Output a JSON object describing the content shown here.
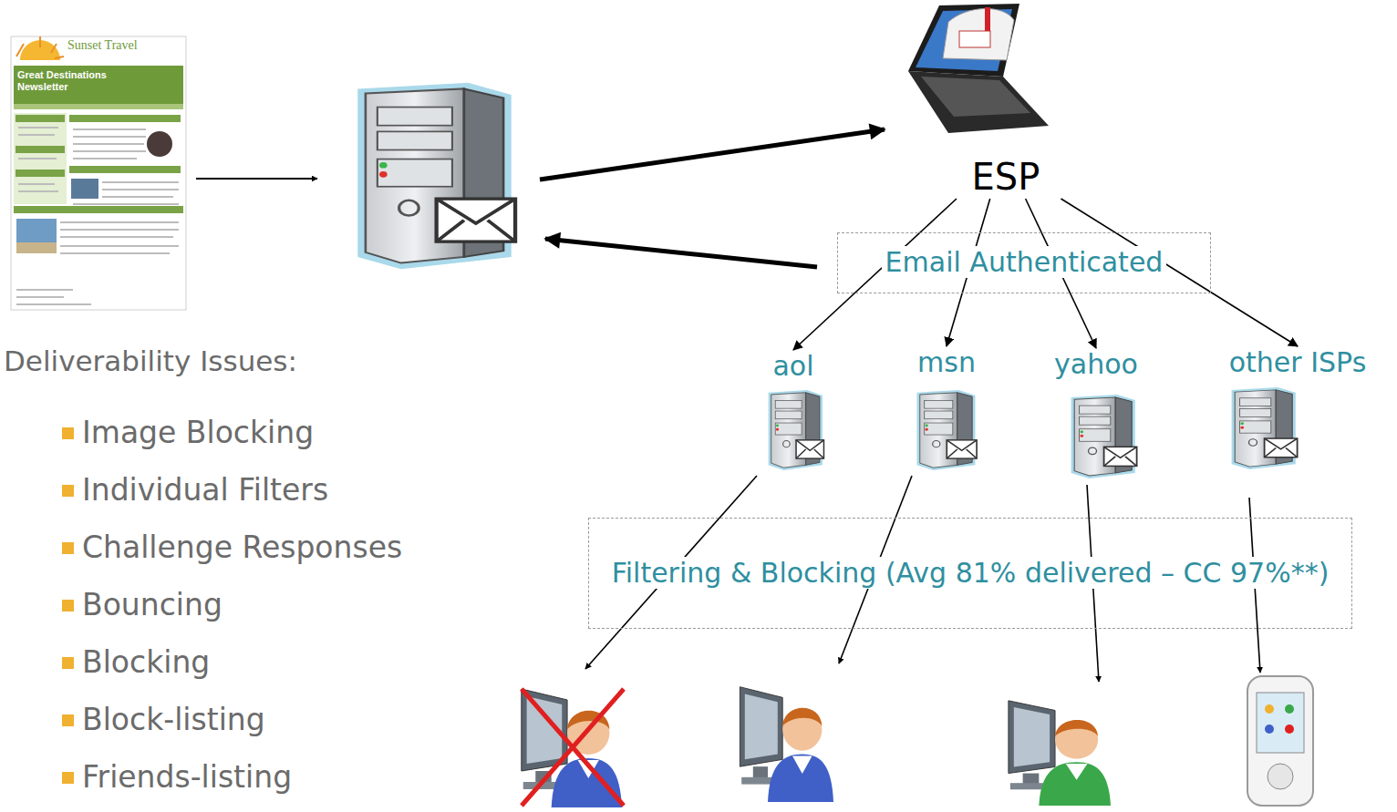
{
  "diagram": {
    "nodes": [
      {
        "text": [
          "ESP"
        ]
      },
      {
        "text": [
          "Email Authenticated"
        ]
      },
      {
        "text": [
          "aol"
        ]
      },
      {
        "text": [
          "msn"
        ]
      },
      {
        "text": [
          "yahoo"
        ]
      },
      {
        "text": [
          "other ISPs"
        ]
      },
      {
        "text": [
          "Filtering & Blocking (Avg 81% delivered – CC 97%**)"
        ]
      }
    ],
    "edges": [
      {
        "from": 0,
        "to": 2,
        "arrow": "to"
      },
      {
        "from": 0,
        "to": 3,
        "arrow": "to"
      },
      {
        "from": 0,
        "to": 4,
        "arrow": "to"
      },
      {
        "from": 0,
        "to": 5,
        "arrow": "to"
      }
    ],
    "labels": [
      "Sunset Travel",
      "Great Destinations Newsletter",
      "Deliverability Issues:",
      "Image Blocking",
      "Individual Filters",
      "Challenge Responses",
      "Bouncing",
      "Blocking",
      "Block-listing",
      "Friends-listing"
    ]
  }
}
